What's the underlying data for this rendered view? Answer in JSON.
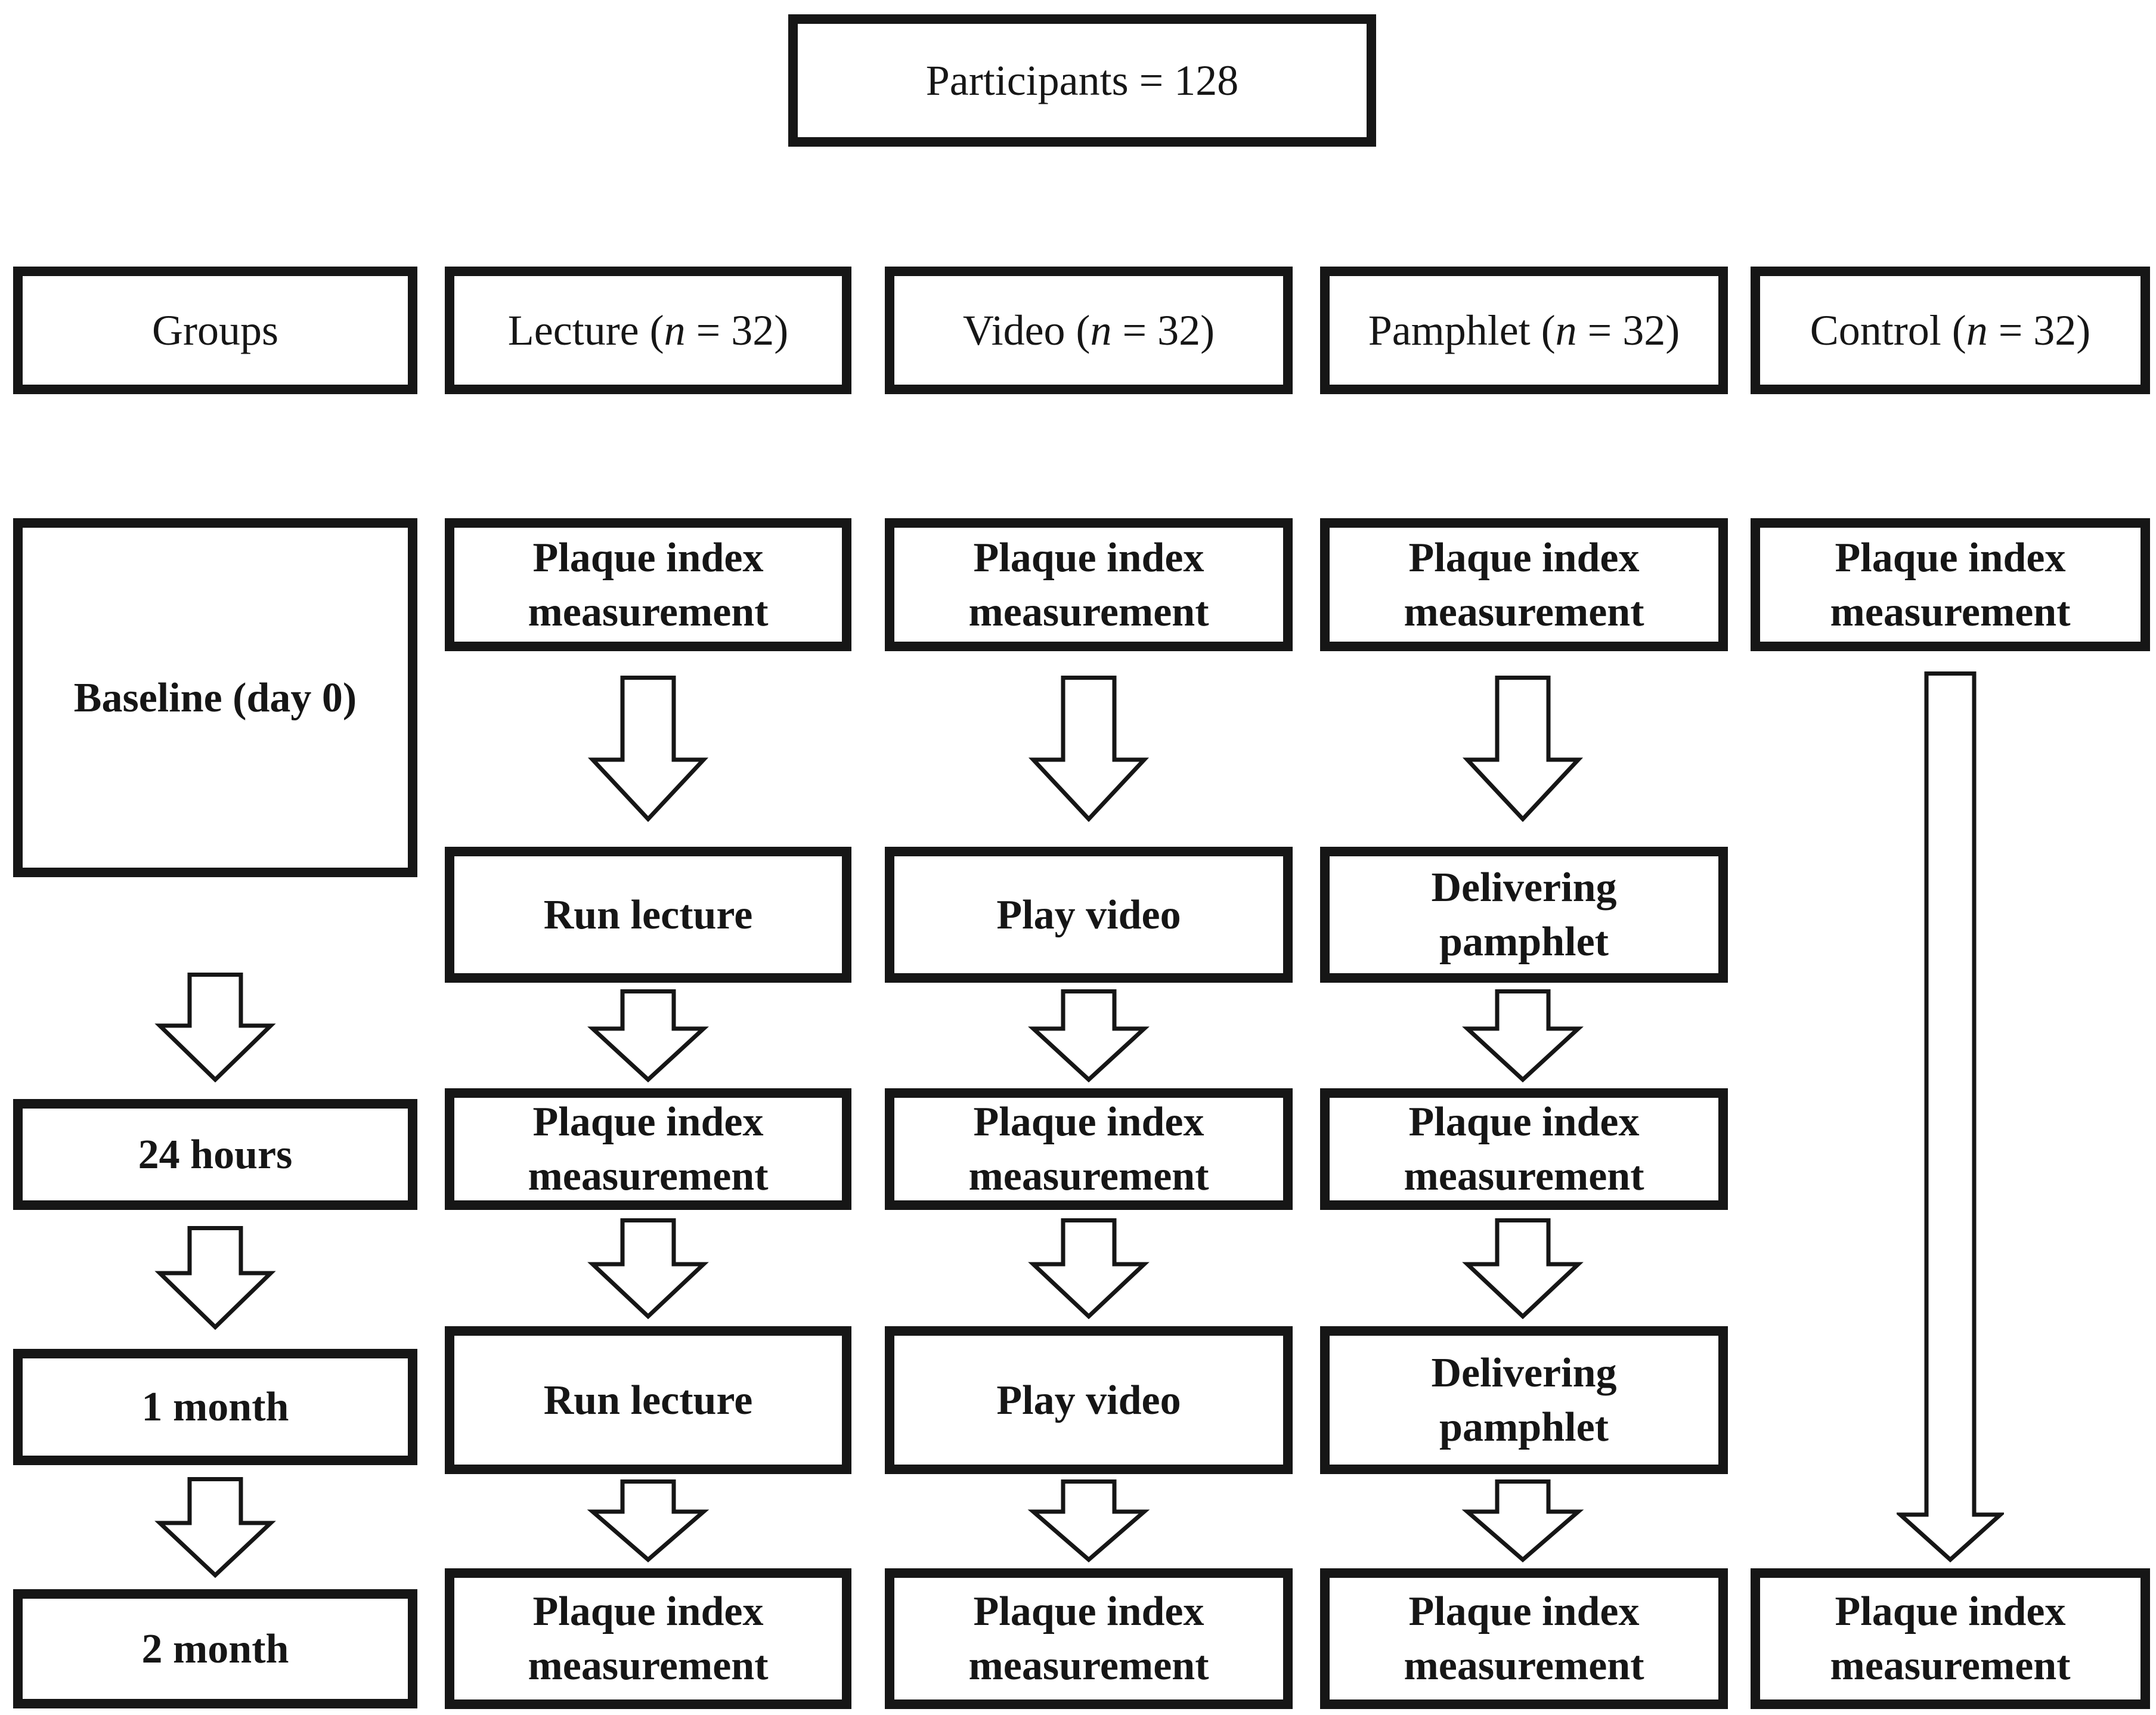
{
  "colors": {
    "ink": "#161616",
    "paper": "#ffffff"
  },
  "diagram": {
    "title": "Participants = 128",
    "columns": [
      {
        "key": "groups",
        "header": {
          "pre": "Groups",
          "n": "",
          "post": ""
        },
        "boxes": [
          {
            "l1": "Baseline (day 0)",
            "l2": ""
          },
          {
            "l1": "24 hours",
            "l2": ""
          },
          {
            "l1": "1 month",
            "l2": ""
          },
          {
            "l1": "2 month",
            "l2": ""
          }
        ]
      },
      {
        "key": "lecture",
        "header": {
          "pre": "Lecture (",
          "n": "n",
          "post": " = 32)"
        },
        "boxes": [
          {
            "l1": "Plaque index",
            "l2": "measurement"
          },
          {
            "l1": "Run lecture",
            "l2": ""
          },
          {
            "l1": "Plaque index",
            "l2": "measurement"
          },
          {
            "l1": "Run lecture",
            "l2": ""
          },
          {
            "l1": "Plaque index",
            "l2": "measurement"
          }
        ]
      },
      {
        "key": "video",
        "header": {
          "pre": "Video (",
          "n": "n",
          "post": " = 32)"
        },
        "boxes": [
          {
            "l1": "Plaque index",
            "l2": "measurement"
          },
          {
            "l1": "Play video",
            "l2": ""
          },
          {
            "l1": "Plaque index",
            "l2": "measurement"
          },
          {
            "l1": "Play video",
            "l2": ""
          },
          {
            "l1": "Plaque index",
            "l2": "measurement"
          }
        ]
      },
      {
        "key": "pamphlet",
        "header": {
          "pre": "Pamphlet (",
          "n": "n",
          "post": " = 32)"
        },
        "boxes": [
          {
            "l1": "Plaque index",
            "l2": "measurement"
          },
          {
            "l1": "Delivering",
            "l2": "pamphlet"
          },
          {
            "l1": "Plaque index",
            "l2": "measurement"
          },
          {
            "l1": "Delivering",
            "l2": "pamphlet"
          },
          {
            "l1": "Plaque index",
            "l2": "measurement"
          }
        ]
      },
      {
        "key": "control",
        "header": {
          "pre": "Control (",
          "n": "n",
          "post": " = 32)"
        },
        "boxes": [
          {
            "l1": "Plaque index",
            "l2": "measurement"
          },
          {
            "l1": "Plaque index",
            "l2": "measurement"
          }
        ]
      }
    ]
  }
}
